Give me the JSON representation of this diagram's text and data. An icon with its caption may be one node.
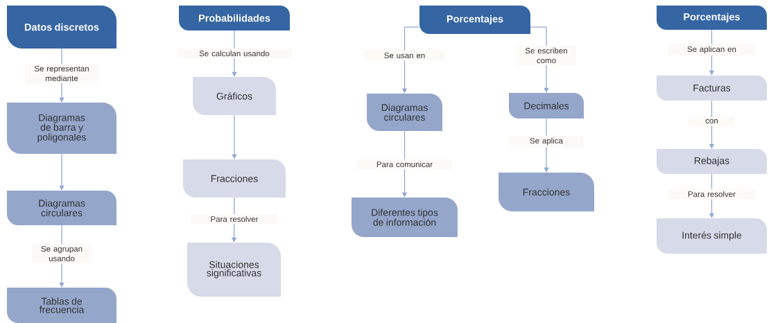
{
  "diagram": {
    "nodes": [
      {
        "text": [
          "Datos discretos"
        ]
      },
      {
        "text": [
          "Diagramas de barra y poligonales"
        ]
      },
      {
        "text": [
          "Diagramas circulares"
        ]
      },
      {
        "text": [
          "Tablas de frecuencia"
        ]
      },
      {
        "text": [
          "Probabilidades"
        ]
      },
      {
        "text": [
          "Gráficos"
        ]
      },
      {
        "text": [
          "Fracciones"
        ]
      },
      {
        "text": [
          "Situaciones significativas"
        ]
      },
      {
        "text": [
          "Porcentajes"
        ]
      },
      {
        "text": [
          "Diagramas circulares"
        ]
      },
      {
        "text": [
          "Decimales"
        ]
      },
      {
        "text": [
          "Diferentes tipos de información"
        ]
      },
      {
        "text": [
          "Fracciones"
        ]
      },
      {
        "text": [
          "Porcentajes"
        ]
      },
      {
        "text": [
          "Facturas"
        ]
      },
      {
        "text": [
          "Rebajas"
        ]
      },
      {
        "text": [
          "Interés simple"
        ]
      }
    ],
    "edges": [
      {
        "from": 0,
        "to": 1,
        "arrow": "to",
        "label": "Se representan mediante"
      },
      {
        "from": 1,
        "to": 2,
        "arrow": "to"
      },
      {
        "from": 2,
        "to": 3,
        "arrow": "to",
        "label": "Se agrupan usando"
      },
      {
        "from": 4,
        "to": 5,
        "arrow": "to",
        "label": "Se calculan usando"
      },
      {
        "from": 5,
        "to": 6,
        "arrow": "to"
      },
      {
        "from": 6,
        "to": 7,
        "arrow": "to",
        "label": "Para resolver"
      },
      {
        "from": 8,
        "to": 9,
        "arrow": "to",
        "label": "Se usan en"
      },
      {
        "from": 8,
        "to": 10,
        "arrow": "to",
        "label": "Se escriben como"
      },
      {
        "from": 9,
        "to": 11,
        "arrow": "to",
        "label": "Para comunicar"
      },
      {
        "from": 10,
        "to": 12,
        "arrow": "to",
        "label": "Se aplica"
      },
      {
        "from": 13,
        "to": 14,
        "arrow": "to",
        "label": "Se aplican en"
      },
      {
        "from": 14,
        "to": 15,
        "arrow": "to",
        "label": "con"
      },
      {
        "from": 15,
        "to": 16,
        "arrow": "to",
        "label": "Para resolver"
      }
    ]
  }
}
